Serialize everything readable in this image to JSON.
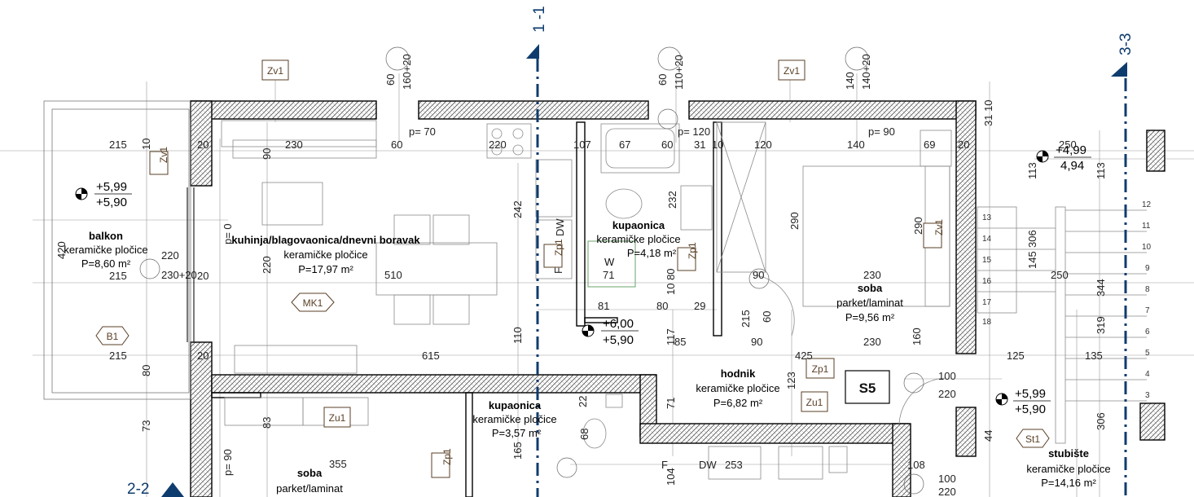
{
  "rooms": {
    "kitchen": {
      "name": "kuhinja/blagovaonica/dnevni boravak",
      "finish": "keramičke pločice",
      "area": "P=17,97 m²"
    },
    "bath1": {
      "name": "kupaonica",
      "finish": "keramičke pločice",
      "area": "P=4,18 m²"
    },
    "bath2": {
      "name": "kupaonica",
      "finish": "keramičke pločice",
      "area": "P=3,57 m²"
    },
    "bedroom1": {
      "name": "soba",
      "finish": "parket/laminat",
      "area": "P=9,56 m²"
    },
    "bedroom2": {
      "name": "soba",
      "finish": "parket/laminat"
    },
    "hall": {
      "name": "hodnik",
      "finish": "keramičke pločice",
      "area": "P=6,82 m²"
    },
    "balcony": {
      "name": "balkon",
      "finish": "keramičke pločice",
      "area": "P=8,60 m²"
    },
    "stairs": {
      "name": "stubište",
      "finish": "keramičke pločice",
      "area": "P=14,16 m²"
    }
  },
  "unit_label": "S5",
  "sections": {
    "s1": "1 -1",
    "s2": "2-2",
    "s3": "3-3"
  },
  "tags": {
    "zv1": "Zv1",
    "zu1": "Zu1",
    "zp1": "Zp1",
    "mk1": "MK1",
    "b1": "B1",
    "st1": "St1",
    "w": "W",
    "dw": "DW",
    "f": "F"
  },
  "levels": {
    "balcony_top": "+5,99",
    "balcony_bottom": "+5,90",
    "hall_top": "+6,00",
    "hall_bottom": "+5,90",
    "stair_top": "+4,99",
    "stair_bottom": "4,94",
    "landing_top": "+5,99",
    "landing_bottom": "+5,90"
  },
  "parapets": {
    "p70": "p= 70",
    "p120": "p= 120",
    "p90": "p= 90",
    "p0": "p= 0",
    "p90b": "p= 90"
  },
  "dims": {
    "d215a": "215",
    "d215b": "215",
    "d215c": "215",
    "d230": "230",
    "d60a": "60",
    "d220a": "220",
    "d107": "107",
    "d67": "67",
    "d60b": "60",
    "d31a": "31",
    "d10a": "10",
    "d120": "120",
    "d140": "140",
    "d69": "69",
    "d20a": "20",
    "d20b": "20",
    "d20c": "20",
    "d20d": "20",
    "d242": "242",
    "d232": "232",
    "d290a": "290",
    "d290b": "290",
    "d220b": "220",
    "d230b": "230+20",
    "d510": "510",
    "d110": "110",
    "d615": "615",
    "d90a": "90",
    "d90b": "90",
    "d90c": "90",
    "d81": "81",
    "d80a": "80",
    "d29": "29",
    "d85": "85",
    "d117": "117",
    "d425": "425",
    "d230c": "230",
    "d160": "160",
    "d125": "125",
    "d135": "135",
    "d250a": "250",
    "d250b": "250",
    "d100a": "100",
    "d100b": "100",
    "d220c": "220",
    "d220d": "220",
    "d123": "123",
    "d71a": "71",
    "d71b": "71",
    "d80b": "80",
    "d73": "73",
    "d83": "83",
    "d355": "355",
    "d165": "165",
    "d68": "68",
    "d22": "22",
    "d104": "104",
    "d253": "253",
    "d108": "108",
    "d44": "44",
    "d10b": "10",
    "d420": "420",
    "d60c": "60",
    "d60d": "60",
    "d60e": "60",
    "d140b": "140",
    "w160": "160+20",
    "w110": "110+20",
    "w140": "140+20",
    "d31b": "31 10",
    "d113a": "113",
    "d113b": "113",
    "d306a": "306",
    "d306b": "306",
    "d145": "145",
    "d344": "344",
    "d319": "319",
    "d1080": "10 80"
  },
  "steps": [
    "13",
    "12",
    "14",
    "11",
    "15",
    "10",
    "16",
    "9",
    "17",
    "8",
    "18",
    "7",
    "6",
    "5",
    "4",
    "3"
  ]
}
